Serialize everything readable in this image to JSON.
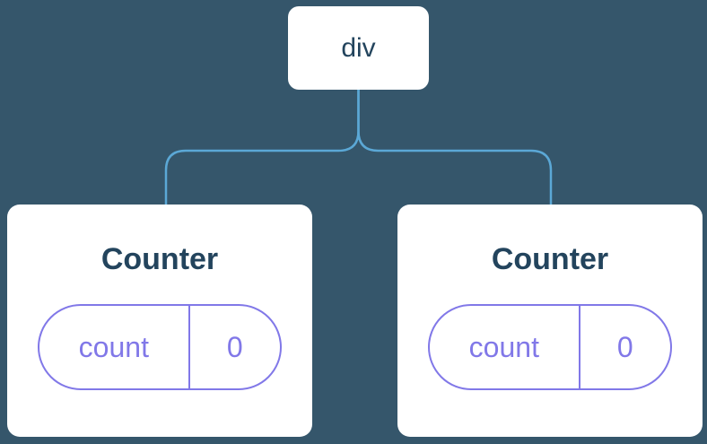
{
  "diagram": {
    "root": {
      "label": "div"
    },
    "children": [
      {
        "title": "Counter",
        "state": {
          "key": "count",
          "value": "0"
        }
      },
      {
        "title": "Counter",
        "state": {
          "key": "count",
          "value": "0"
        }
      }
    ],
    "colors": {
      "background": "#35566B",
      "connector": "#5BA8D6",
      "node_bg": "#FFFFFF",
      "node_text": "#23445D",
      "state_accent": "#8178E8"
    }
  }
}
